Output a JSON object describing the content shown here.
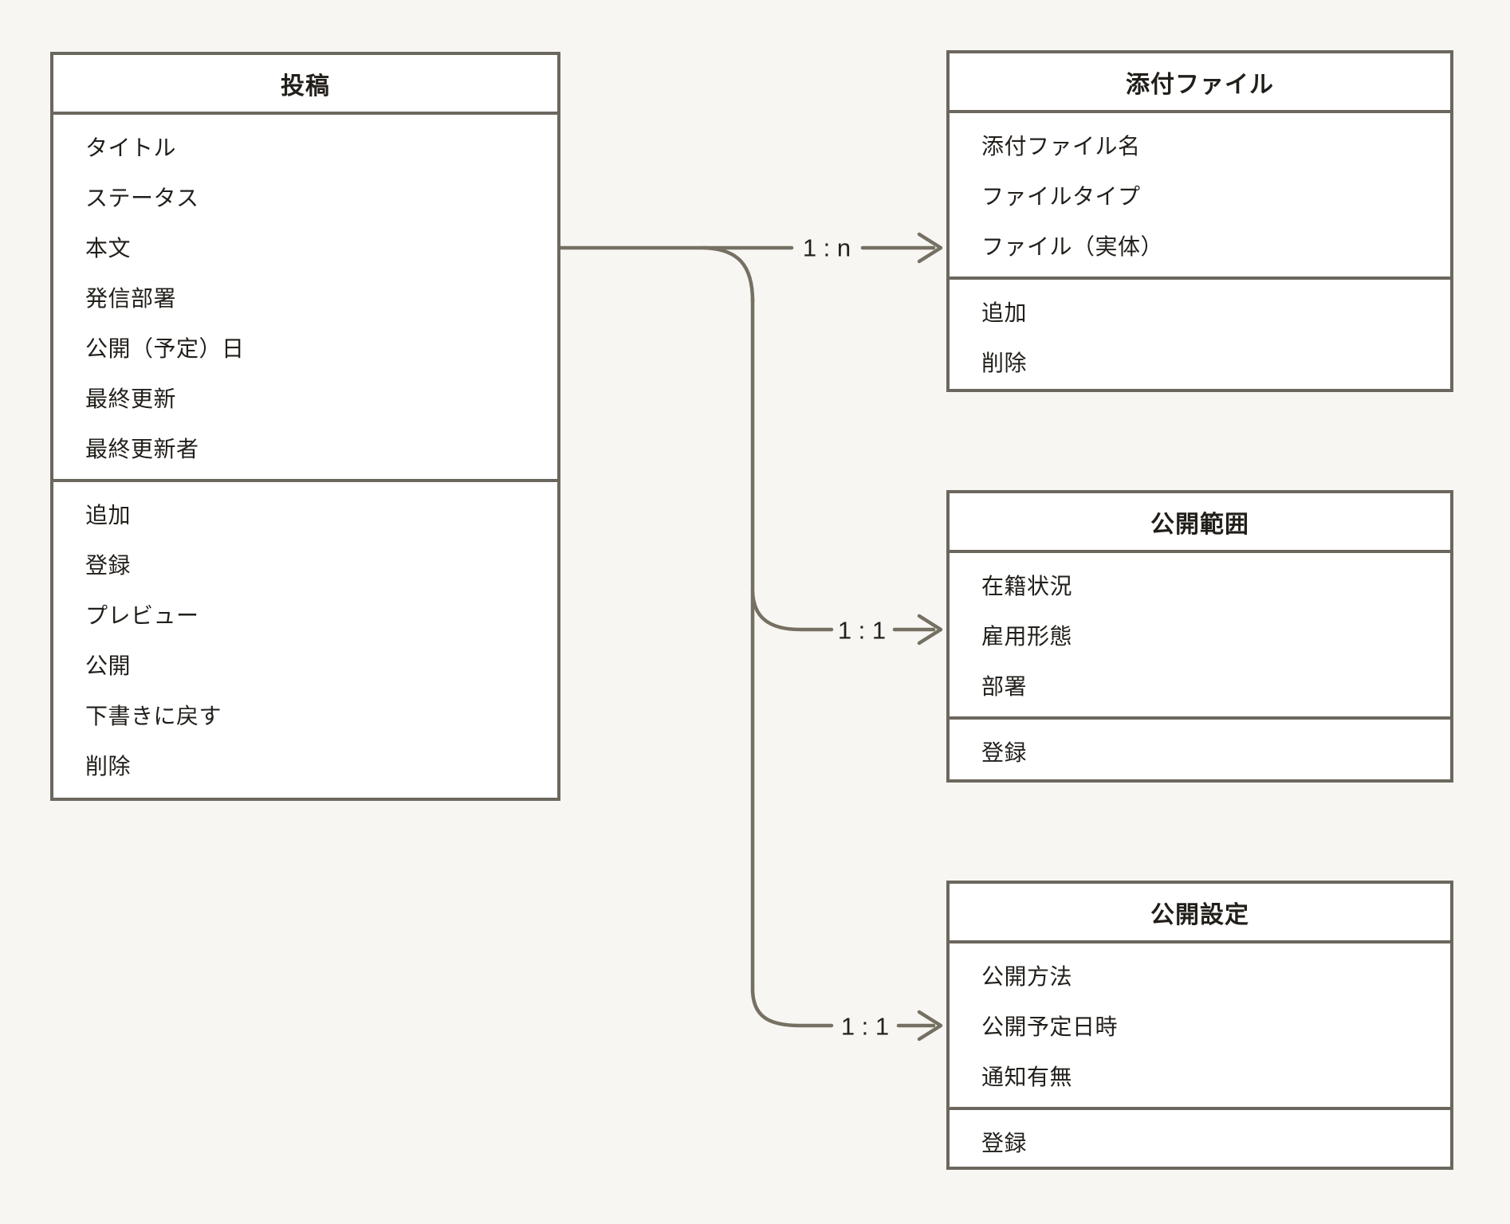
{
  "colors": {
    "page_background": "#f7f6f3",
    "box_background": "#ffffff",
    "box_border": "#6c675e",
    "connector": "#767063",
    "text": "#221f1b"
  },
  "entities": [
    {
      "title": "投稿",
      "attributes": [
        "タイトル",
        "ステータス",
        "本文",
        "発信部署",
        "公開（予定）日",
        "最終更新",
        "最終更新者"
      ],
      "actions": [
        "追加",
        "登録",
        "プレビュー",
        "公開",
        "下書きに戻す",
        "削除"
      ]
    },
    {
      "title": "添付ファイル",
      "attributes": [
        "添付ファイル名",
        "ファイルタイプ",
        "ファイル（実体）"
      ],
      "actions": [
        "追加",
        "削除"
      ]
    },
    {
      "title": "公開範囲",
      "attributes": [
        "在籍状況",
        "雇用形態",
        "部署"
      ],
      "actions": [
        "登録"
      ]
    },
    {
      "title": "公開設定",
      "attributes": [
        "公開方法",
        "公開予定日時",
        "通知有無"
      ],
      "actions": [
        "登録"
      ]
    }
  ],
  "relationships": [
    {
      "from": "投稿",
      "to": "添付ファイル",
      "cardinality": "1 : n"
    },
    {
      "from": "投稿",
      "to": "公開範囲",
      "cardinality": "1 : 1"
    },
    {
      "from": "投稿",
      "to": "公開設定",
      "cardinality": "1 : 1"
    }
  ]
}
